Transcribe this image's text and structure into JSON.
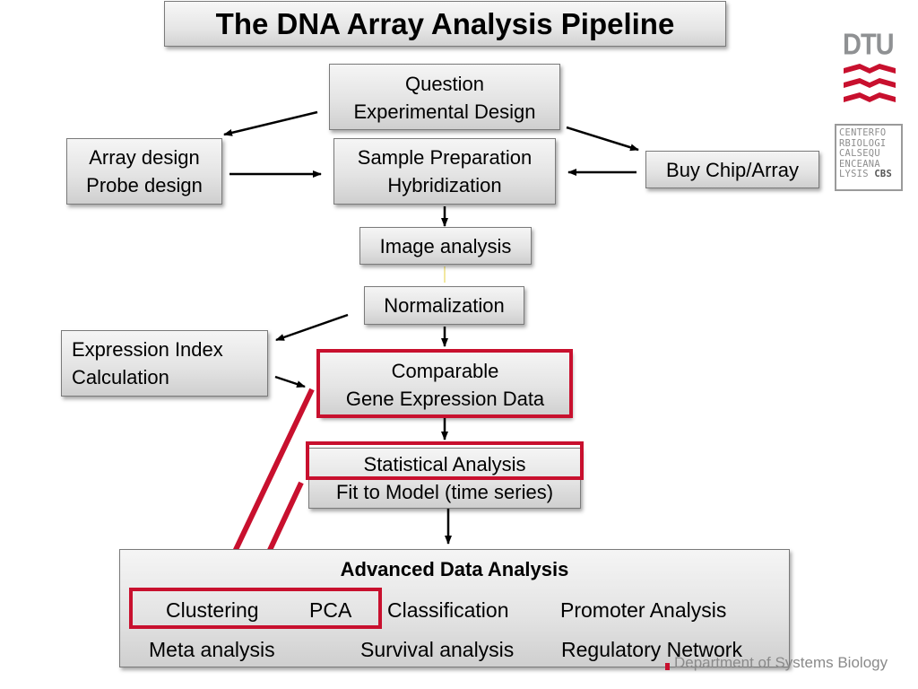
{
  "title": "The DNA Array Analysis Pipeline",
  "nodes": {
    "question": [
      "Question",
      "Experimental Design"
    ],
    "array_design": [
      "Array design",
      "Probe design"
    ],
    "sample_prep": [
      "Sample Preparation",
      "Hybridization"
    ],
    "buy_chip": "Buy Chip/Array",
    "image_analysis": "Image analysis",
    "normalization": "Normalization",
    "expression_index": [
      "Expression Index",
      "Calculation"
    ],
    "comparable": [
      "Comparable",
      "Gene Expression Data"
    ],
    "statistical": "Statistical Analysis",
    "fit_model": "Fit to Model (time series)"
  },
  "advanced": {
    "title": "Advanced Data Analysis",
    "items": [
      "Clustering",
      "PCA",
      "Classification",
      "Promoter Analysis",
      "Meta analysis",
      "Survival analysis",
      "Regulatory Network"
    ]
  },
  "logos": {
    "dtu": "DTU",
    "cbs_rows": [
      "CENTERFO",
      "RBIOLOGI",
      "CALSEQU",
      "ENCEANA",
      "LYSIS"
    ],
    "cbs_mark": "CBS"
  },
  "footer": "Department of Systems Biology",
  "colors": {
    "highlight": "#c8102e",
    "logo_red": "#c8102e",
    "logo_gray": "#8f9193"
  }
}
